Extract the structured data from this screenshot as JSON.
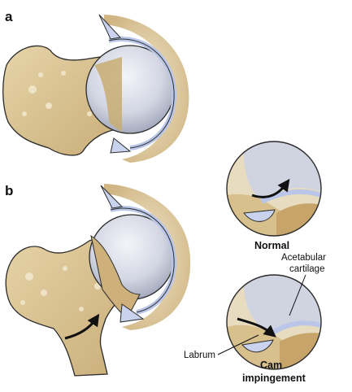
{
  "figure": {
    "panels": [
      {
        "letter": "a"
      },
      {
        "letter": "b"
      }
    ],
    "insets": [
      {
        "caption": "Normal"
      },
      {
        "caption_line1": "Cam",
        "caption_line2": "impingement"
      }
    ],
    "annotations": {
      "acetabular_line1": "Acetabular",
      "acetabular_line2": "cartilage",
      "labrum": "Labrum"
    }
  },
  "colors": {
    "bone": "#dcc79a",
    "bone_shadow": "#b99a63",
    "bone_speckle": "#efe4c8",
    "femoral_head_light": "#eef0f6",
    "femoral_head_dark": "#a9afc0",
    "cartilage_blue": "#b9c6e8",
    "outline": "#2b2b2b",
    "arrow": "#111111"
  }
}
